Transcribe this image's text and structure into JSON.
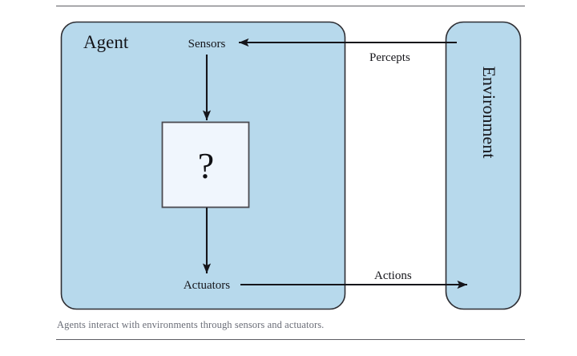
{
  "figure": {
    "caption": "Agents interact with environments through sensors and actuators.",
    "agent_label": "Agent",
    "environment_label": "Environment",
    "sensors_label": "Sensors",
    "actuators_label": "Actuators",
    "percepts_label": "Percepts",
    "actions_label": "Actions",
    "program_label": "?"
  },
  "colors": {
    "box_fill": "#b7d9ec",
    "box_stroke": "#2e2e33",
    "program_fill": "#f0f6fd",
    "program_stroke": "#4a4a50",
    "arrow": "#15151a",
    "caption_text": "#6b6e78",
    "rule": "#5d5d63",
    "page_background": "#ffffff"
  }
}
